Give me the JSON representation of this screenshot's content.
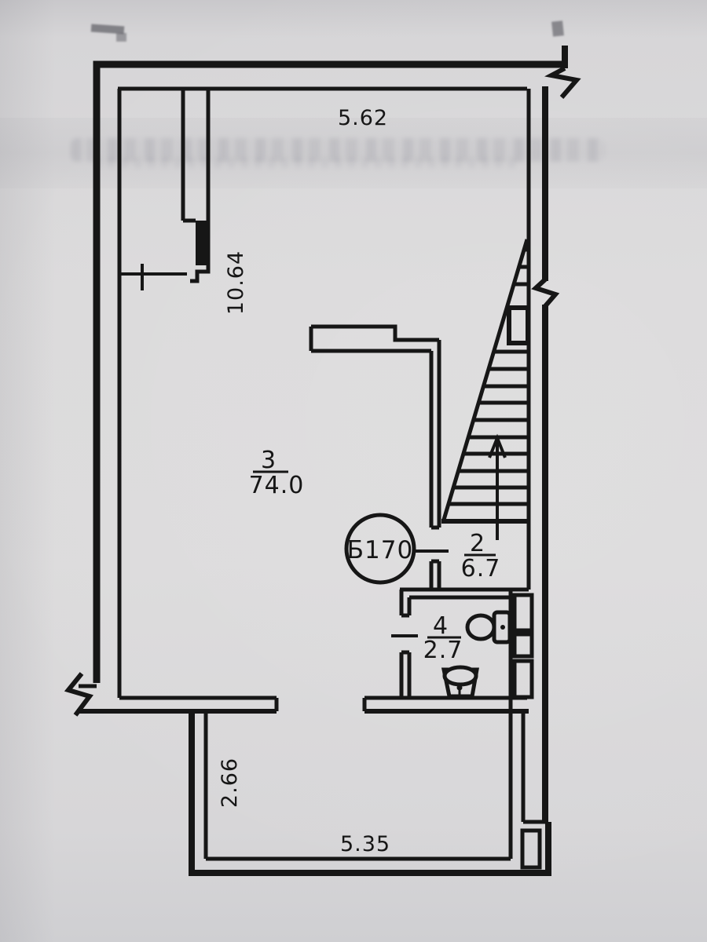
{
  "plan": {
    "unit_label": "Б170",
    "dimensions": {
      "top_width": "5.62",
      "left_height": "10.64",
      "lower_height": "2.66",
      "lower_width": "5.35"
    },
    "rooms": [
      {
        "number": "3",
        "area": "74.0"
      },
      {
        "number": "2",
        "area": "6.7"
      },
      {
        "number": "4",
        "area": "2.7"
      }
    ],
    "fixtures": [
      {
        "name": "staircase"
      },
      {
        "name": "stair-direction-arrow"
      },
      {
        "name": "toilet"
      },
      {
        "name": "washbasin"
      },
      {
        "name": "ventilation-shafts"
      }
    ],
    "colors": {
      "ink": "#161616",
      "paper": "#d8d7d9"
    }
  }
}
